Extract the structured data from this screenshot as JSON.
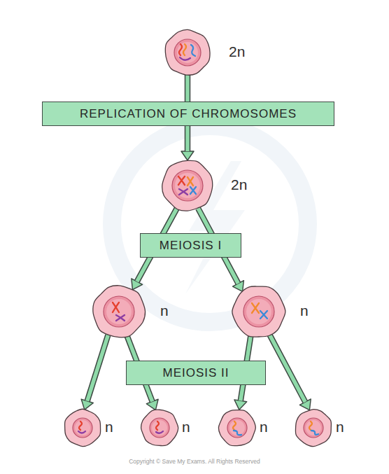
{
  "diagram": {
    "nodes": [
      {
        "text": [
          "2n"
        ]
      },
      {
        "text": [
          "REPLICATION OF CHROMOSOMES"
        ]
      },
      {
        "text": [
          "2n"
        ]
      },
      {
        "text": [
          "MEIOSIS I"
        ]
      },
      {
        "text": [
          "n"
        ]
      },
      {
        "text": [
          "n"
        ]
      },
      {
        "text": [
          "MEIOSIS II"
        ]
      },
      {
        "text": [
          "n"
        ]
      },
      {
        "text": [
          "n"
        ]
      },
      {
        "text": [
          "n"
        ]
      },
      {
        "text": [
          "n"
        ]
      }
    ],
    "edges": [
      {
        "from": 0,
        "to": 2,
        "arrow": "to"
      },
      {
        "from": 2,
        "to": 4,
        "arrow": "to"
      },
      {
        "from": 2,
        "to": 5,
        "arrow": "to"
      },
      {
        "from": 4,
        "to": 7,
        "arrow": "to"
      },
      {
        "from": 4,
        "to": 8,
        "arrow": "to"
      },
      {
        "from": 5,
        "to": 9,
        "arrow": "to"
      },
      {
        "from": 5,
        "to": 10,
        "arrow": "to"
      }
    ],
    "labels": [
      "Copyright © Save My Exams. All Rights Reserved"
    ]
  }
}
